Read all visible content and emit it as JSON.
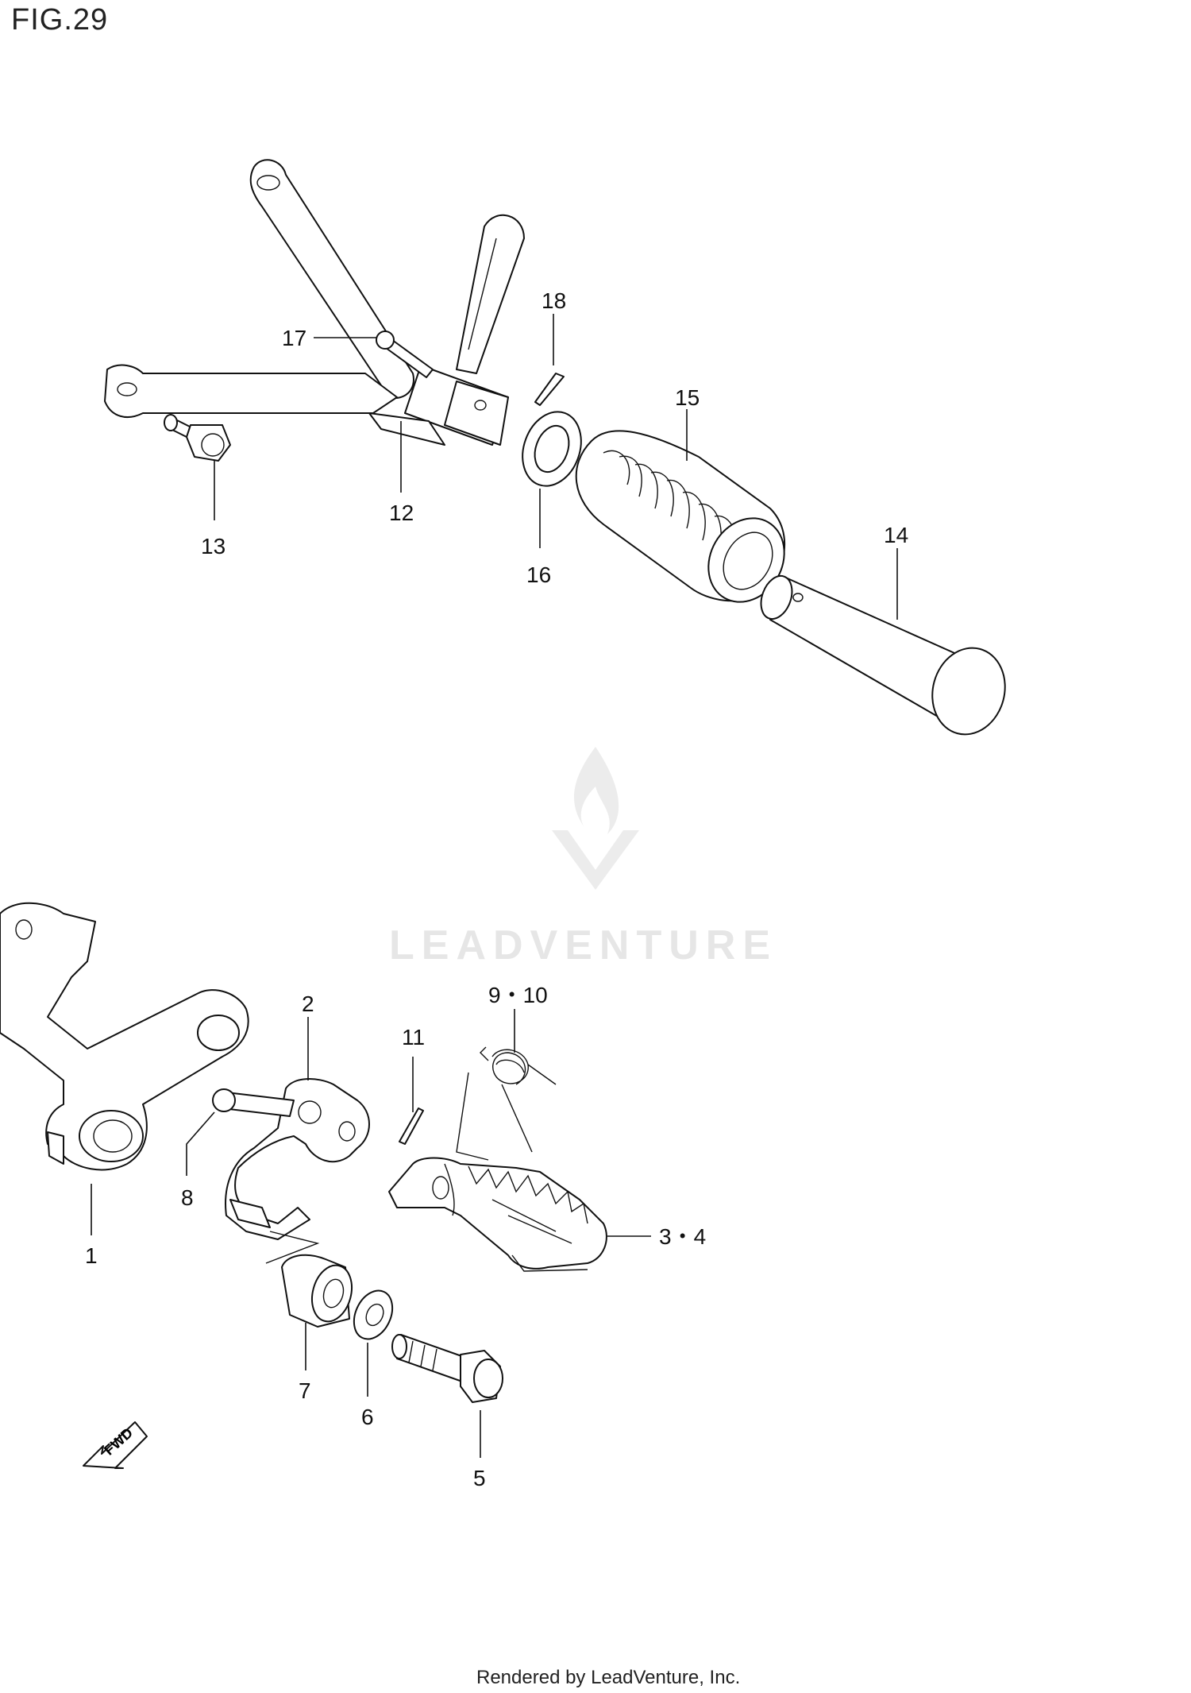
{
  "figure": {
    "title": "FIG.29"
  },
  "callouts": [
    {
      "id": "c1",
      "text": "1"
    },
    {
      "id": "c2",
      "text": "2"
    },
    {
      "id": "c34",
      "text": "3・4"
    },
    {
      "id": "c5",
      "text": "5"
    },
    {
      "id": "c6",
      "text": "6"
    },
    {
      "id": "c7",
      "text": "7"
    },
    {
      "id": "c8",
      "text": "8"
    },
    {
      "id": "c910",
      "text": "9・10"
    },
    {
      "id": "c11",
      "text": "11"
    },
    {
      "id": "c12",
      "text": "12"
    },
    {
      "id": "c13",
      "text": "13"
    },
    {
      "id": "c14",
      "text": "14"
    },
    {
      "id": "c15",
      "text": "15"
    },
    {
      "id": "c16",
      "text": "16"
    },
    {
      "id": "c17",
      "text": "17"
    },
    {
      "id": "c18",
      "text": "18"
    }
  ],
  "direction_marker": {
    "label": "FWD",
    "icon": "fwd-arrow-icon"
  },
  "watermark": {
    "brand": "LEADVENTURE",
    "icon": "leadventure-logo-icon"
  },
  "footer": {
    "text": "Rendered by LeadVenture, Inc."
  }
}
